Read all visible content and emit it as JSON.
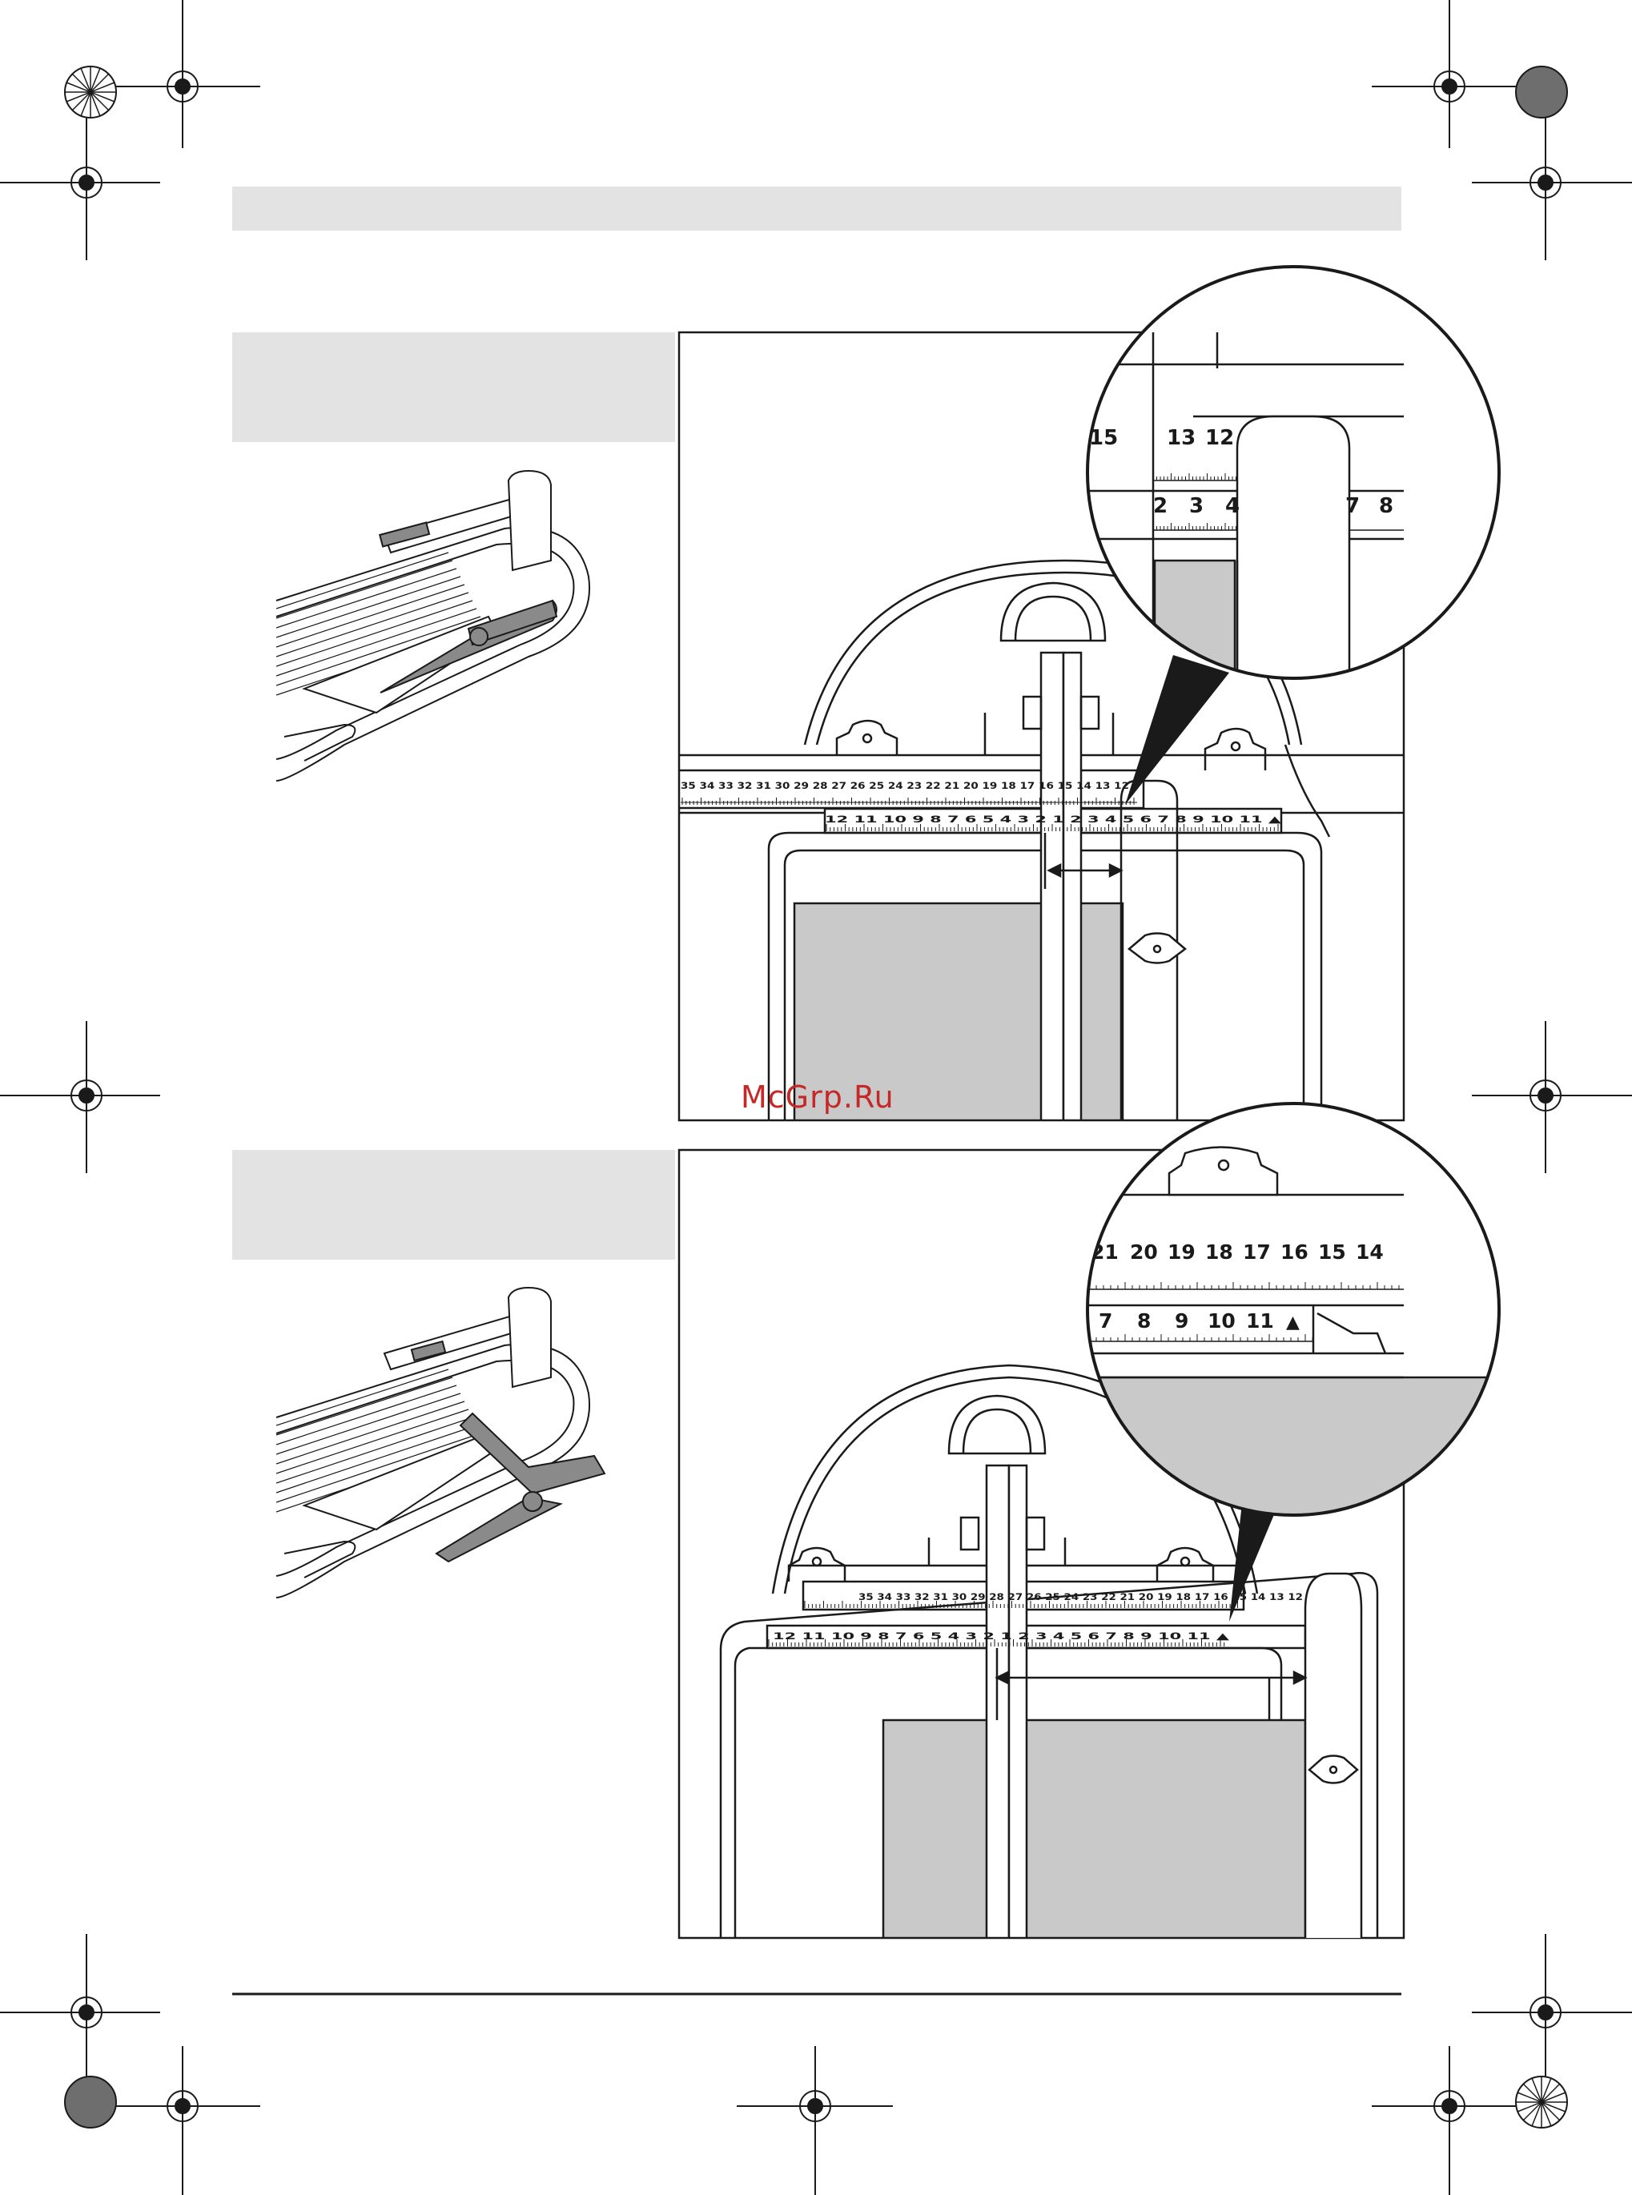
{
  "watermark": "McGrp.Ru",
  "colors": {
    "ink": "#1a1a1a",
    "band": "#e3e3e3",
    "fill": "#c9c9c9",
    "paper": "#ffffff",
    "dark": "#8a8a8a"
  },
  "figure1": {
    "scale_upper": "35 34 33 32 31 30 29 28 27 26 25 24 23 22 21 20 19 18 17 16 15 14 13 12",
    "scale_lower": "12 11 10 9 8 7 6 5 4 3 2 1 2 3 4 5 6 7 8 9 10 11 ▲",
    "zoom_upper": [
      "15",
      "13",
      "12"
    ],
    "zoom_lower": [
      "2",
      "3",
      "4",
      "7",
      "8"
    ]
  },
  "figure2": {
    "scale_upper": "35 34 33 32 31 30 29 28 27 26 25 24 23 22 21 20 19 18 17 16 15 14 13 12",
    "scale_lower": "12 11 10 9 8 7 6 5 4 3 2 1 2 3 4 5 6 7 8 9 10 11 ▲",
    "zoom_upper": [
      "21",
      "20",
      "19",
      "18",
      "17",
      "16",
      "15",
      "14"
    ],
    "zoom_lower": [
      "7",
      "8",
      "9",
      "10",
      "11",
      "▲"
    ]
  }
}
